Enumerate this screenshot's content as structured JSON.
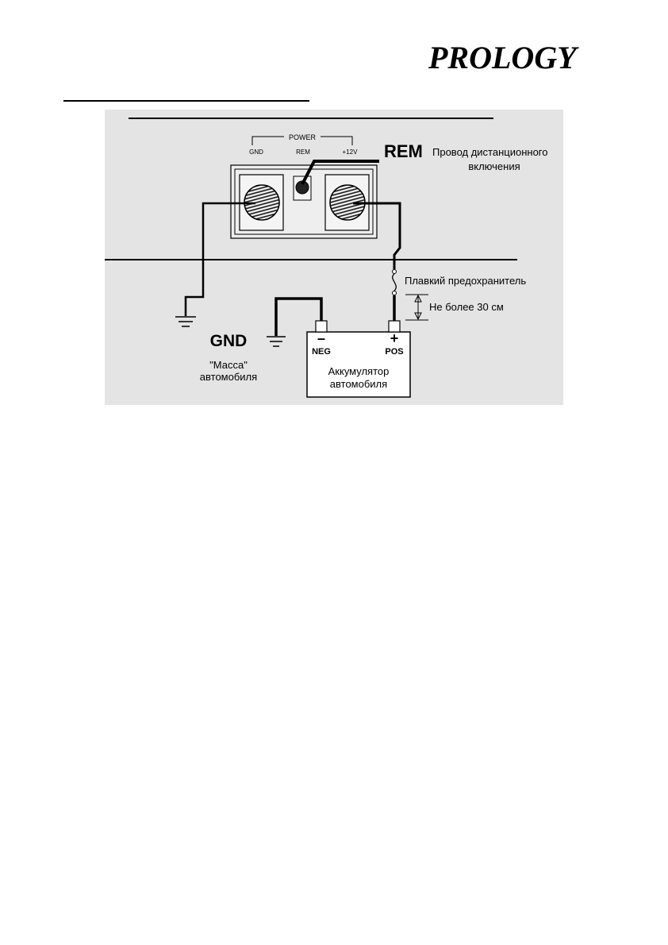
{
  "brand": {
    "logo_text": "PROLOGY"
  },
  "diagram": {
    "power_group_label": "POWER",
    "terminal_gnd": "GND",
    "terminal_rem": "REM",
    "terminal_12v": "+12V",
    "rem_label": "REM",
    "rem_desc_line1": "Провод дистанционного",
    "rem_desc_line2": "включения",
    "fuse_label": "Плавкий предохранитель",
    "distance_label": "Не более 30 см",
    "gnd_label": "GND",
    "mass_line1": "\"Масса\"",
    "mass_line2": "автомобиля",
    "neg_sign": "–",
    "neg_label": "NEG",
    "pos_sign": "+",
    "pos_label": "POS",
    "battery_line1": "Аккумулятор",
    "battery_line2": "автомобиля"
  }
}
